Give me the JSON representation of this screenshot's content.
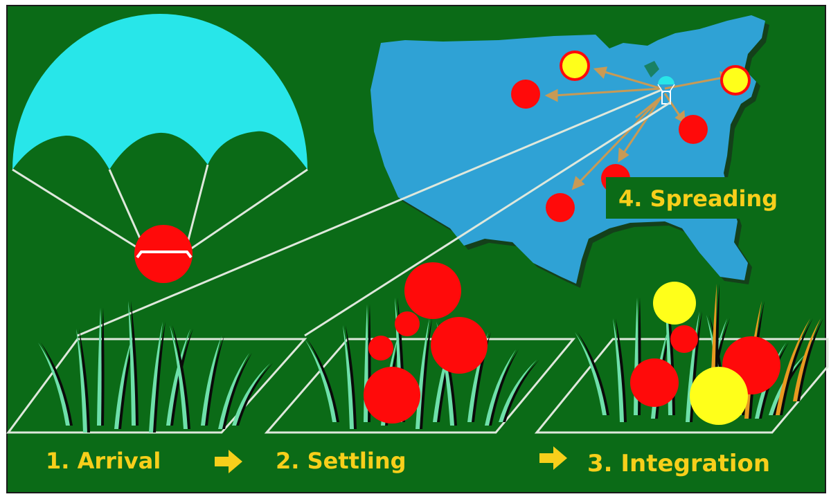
{
  "stages": [
    {
      "label": "1. Arrival"
    },
    {
      "label": "2. Settling"
    },
    {
      "label": "3. Integration"
    },
    {
      "label": "4. Spreading"
    }
  ],
  "colors": {
    "background": "#0b6b17",
    "frame": "#0c4a12",
    "label_text": "#f7cf1b",
    "label_box": "#0b6b17",
    "parachute": "#28e6e9",
    "map": "#2fa2d5",
    "red_dot": "#ff0a0a",
    "yellow_dot": "#ffff1a",
    "arrow": "#c89a55",
    "grass_light": "#6ee0aa",
    "grass_dark": "#0a0a0a",
    "grass_orange": "#e89a20",
    "outline": "#ffffff"
  },
  "icons": {
    "parachute": "parachute-icon",
    "map": "usa-map-icon",
    "arrow": "right-arrow-icon"
  }
}
